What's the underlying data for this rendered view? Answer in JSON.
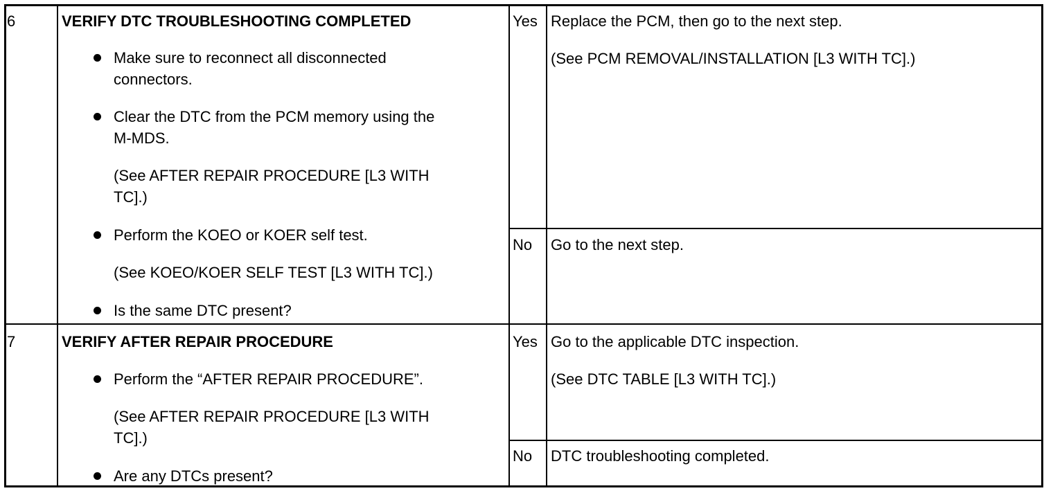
{
  "rows": [
    {
      "step": "6",
      "title": "VERIFY DTC TROUBLESHOOTING COMPLETED",
      "items": [
        {
          "lines": [
            "Make sure to reconnect all disconnected",
            "connectors."
          ]
        },
        {
          "lines": [
            "Clear the DTC from the PCM memory using the",
            "M-MDS."
          ],
          "ref": [
            "(See AFTER REPAIR PROCEDURE [L3 WITH",
            "TC].)"
          ]
        },
        {
          "lines": [
            "Perform the KOEO or KOER self test."
          ],
          "ref": [
            "(See KOEO/KOER SELF TEST [L3 WITH TC].)"
          ]
        },
        {
          "lines": [
            "Is the same DTC present?"
          ]
        }
      ],
      "yes_label": "Yes",
      "yes_action": "Replace the PCM, then go to the next step.",
      "yes_ref": "(See PCM REMOVAL/INSTALLATION [L3 WITH TC].)",
      "no_label": "No",
      "no_action": "Go to the next step."
    },
    {
      "step": "7",
      "title": "VERIFY AFTER REPAIR PROCEDURE",
      "items": [
        {
          "lines": [
            "Perform the “AFTER REPAIR PROCEDURE”."
          ],
          "ref": [
            "(See AFTER REPAIR PROCEDURE [L3 WITH",
            "TC].)"
          ]
        },
        {
          "lines": [
            "Are any DTCs present?"
          ]
        }
      ],
      "yes_label": "Yes",
      "yes_action": "Go to the applicable DTC inspection.",
      "yes_ref": "(See DTC TABLE [L3 WITH TC].)",
      "no_label": "No",
      "no_action": "DTC troubleshooting completed."
    }
  ]
}
